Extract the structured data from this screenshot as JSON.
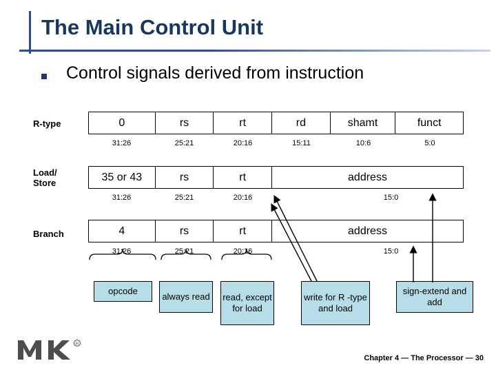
{
  "slide": {
    "title": "The Main Control Unit",
    "bullet": "Control signals derived from instruction",
    "footer": "Chapter 4 — The Processor — 30",
    "accent_color": "#17375e",
    "legend_fill": "#b7dee8"
  },
  "diagram": {
    "rows": [
      {
        "label": "R-type",
        "fields": [
          {
            "text": "0",
            "bits": "31:26"
          },
          {
            "text": "rs",
            "bits": "25:21"
          },
          {
            "text": "rt",
            "bits": "20:16"
          },
          {
            "text": "rd",
            "bits": "15:11"
          },
          {
            "text": "shamt",
            "bits": "10:6"
          },
          {
            "text": "funct",
            "bits": "5:0"
          }
        ]
      },
      {
        "label": "Load/ Store",
        "label_line1": "Load/",
        "label_line2": "Store",
        "fields": [
          {
            "text": "35 or 43",
            "bits": "31:26"
          },
          {
            "text": "rs",
            "bits": "25:21"
          },
          {
            "text": "rt",
            "bits": "20:16"
          },
          {
            "text": "address",
            "bits": "15:0"
          }
        ]
      },
      {
        "label": "Branch",
        "fields": [
          {
            "text": "4",
            "bits": "31:26"
          },
          {
            "text": "rs",
            "bits": "25:21"
          },
          {
            "text": "rt",
            "bits": "20:16"
          },
          {
            "text": "address",
            "bits": "15:0"
          }
        ]
      }
    ],
    "legend": [
      {
        "text": "opcode"
      },
      {
        "text": "always read"
      },
      {
        "text": "read, except for load"
      },
      {
        "text": "write for R -type and load"
      },
      {
        "text": "sign-extend and add"
      }
    ]
  },
  "logo": {
    "name": "mk-logo",
    "registered_mark": "®"
  }
}
